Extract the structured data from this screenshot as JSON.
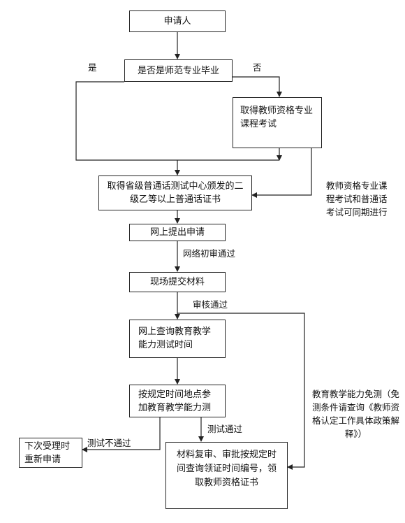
{
  "nodes": {
    "applicant": "申请人",
    "is_normal_major": "是否是师范专业毕业",
    "take_exam": "取得教师资格专业课程考试",
    "mandarin_cert": "取得省级普通话测试中心颁发的二级乙等以上普通话证书",
    "online_apply": "网上提出申请",
    "submit_materials": "现场提交材料",
    "query_test_time": "网上查询教育教学能力测试时间",
    "attend_test": "按规定时间地点参加教育教学能力测",
    "next_apply": "下次受理时重新申请",
    "final_step": "材料复审、审批按规定时间查询领证时间编号，领取教师资格证书"
  },
  "labels": {
    "yes": "是",
    "no": "否",
    "online_review_pass": "网络初审通过",
    "review_pass": "审核通过",
    "test_pass": "测试通过",
    "test_fail": "测试不通过"
  },
  "notes": {
    "simultaneous": "教师资格专业课程考试和普通话考试可同期进行",
    "exemption": "教育教学能力免测（免测条件请查询《教师资格认定工作具体政策解释》）"
  }
}
